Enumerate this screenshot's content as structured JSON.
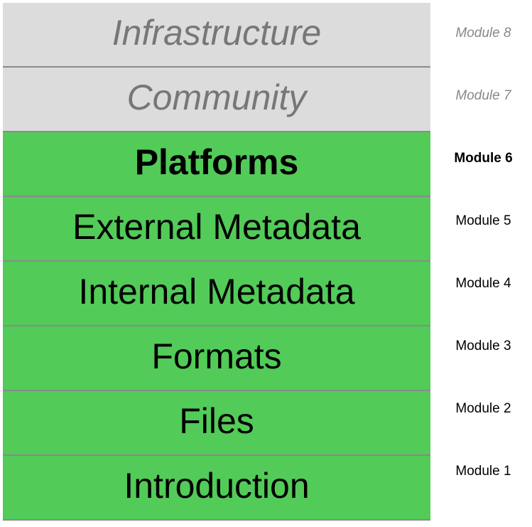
{
  "layers": [
    {
      "label": "Infrastructure",
      "module": "Module 8",
      "state": "future"
    },
    {
      "label": "Community",
      "module": "Module 7",
      "state": "future"
    },
    {
      "label": "Platforms",
      "module": "Module 6",
      "state": "current"
    },
    {
      "label": "External Metadata",
      "module": "Module 5",
      "state": "done"
    },
    {
      "label": "Internal Metadata",
      "module": "Module 4",
      "state": "done"
    },
    {
      "label": "Formats",
      "module": "Module 3",
      "state": "done"
    },
    {
      "label": "Files",
      "module": "Module 2",
      "state": "done"
    },
    {
      "label": "Introduction",
      "module": "Module 1",
      "state": "done"
    }
  ],
  "colors": {
    "completed": "#52cb58",
    "upcoming": "#dcdcdc",
    "upcoming_text": "#777777",
    "divider": "#8a8a8a"
  }
}
